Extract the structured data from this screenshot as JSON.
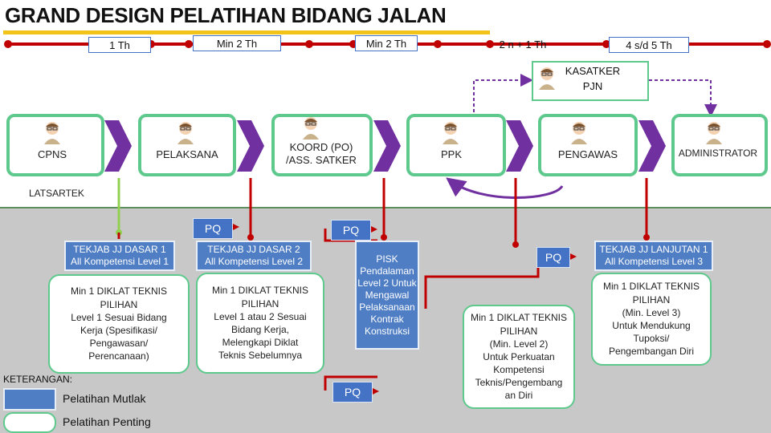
{
  "title": "GRAND DESIGN PELATIHAN BIDANG JALAN",
  "timeline": {
    "labels": [
      "1 Th",
      "Min 2 Th",
      "Min 2 Th",
      "2 n + 1 Th",
      "4 s/d 5 Th"
    ]
  },
  "roles": {
    "cpns": "CPNS",
    "pelaksana": "PELAKSANA",
    "koord_line1": "KOORD (PO)",
    "koord_line2": "/ASS. SATKER",
    "ppk": "PPK",
    "pengawas": "PENGAWAS",
    "administrator": "ADMINISTRATOR"
  },
  "kasatker": {
    "line1": "KASATKER",
    "line2": "PJN"
  },
  "latsartek": "LATSARTEK",
  "pq_label": "PQ",
  "boxes": {
    "tekjab1": [
      "TEKJAB JJ DASAR 1",
      "All Kompetensi Level 1"
    ],
    "tekjab2": [
      "TEKJAB JJ DASAR  2",
      "All Kompetensi Level 2"
    ],
    "tekjab3": [
      "TEKJAB JJ LANJUTAN 1",
      "All Kompetensi Level 3"
    ],
    "diklat1": [
      "Min 1 DIKLAT TEKNIS",
      "PILIHAN",
      "Level 1 Sesuai Bidang",
      "Kerja (Spesifikasi/",
      "Pengawasan/",
      "Perencanaan)"
    ],
    "diklat2": [
      "Min 1 DIKLAT TEKNIS",
      "PILIHAN",
      "Level 1 atau 2 Sesuai",
      "Bidang Kerja,",
      "Melengkapi Diklat",
      "Teknis Sebelumnya"
    ],
    "pisk": [
      "PISK",
      "Pendalaman",
      "Level 2 Untuk",
      "Mengawal",
      "Pelaksanaan",
      "Kontrak",
      "Konstruksi"
    ],
    "diklat_pengawas": [
      "Min 1 DIKLAT TEKNIS",
      "PILIHAN",
      "(Min. Level 2)",
      "Untuk Perkuatan",
      "Kompetensi",
      "Teknis/Pengembang",
      "an Diri"
    ],
    "diklat_admin": [
      "Min 1 DIKLAT TEKNIS",
      "PILIHAN",
      "(Min. Level 3)",
      "Untuk Mendukung",
      "Tupoksi/",
      "Pengembangan Diri"
    ]
  },
  "legend": {
    "title": "KETERANGAN:",
    "mutlak": "Pelatihan Mutlak",
    "penting": "Pelatihan Penting"
  },
  "colors": {
    "timeline": "#c00000",
    "chevron": "#7030a0",
    "role_border": "#5ec98c",
    "blue_box": "#4f7ec4",
    "connector": "#c00000",
    "latsartek_line": "#92d050",
    "title_underline": "#f2c318"
  }
}
